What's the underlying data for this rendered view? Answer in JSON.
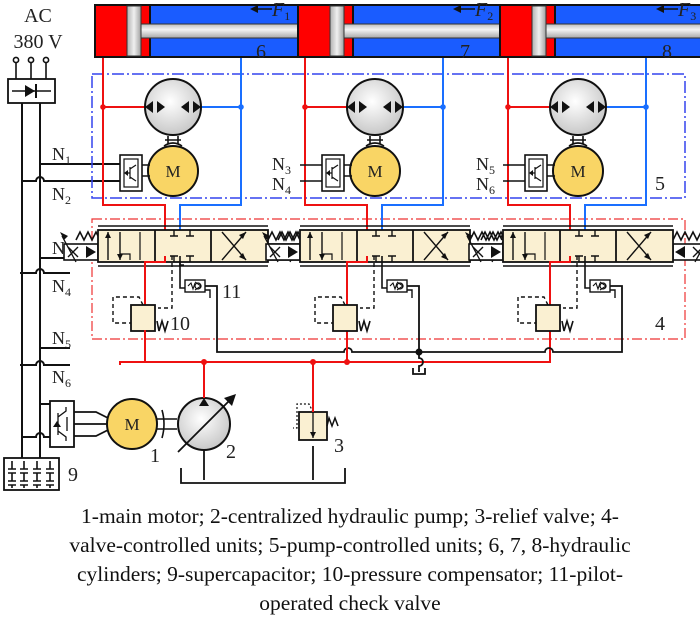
{
  "power_source": {
    "line1": "AC",
    "line2": "380 V"
  },
  "signals": {
    "n1": "N",
    "n1_sub": "1",
    "n2": "N",
    "n2_sub": "2",
    "n3": "N",
    "n3_sub": "3",
    "n4": "N",
    "n4_sub": "4",
    "n5": "N",
    "n5_sub": "5",
    "n6": "N",
    "n6_sub": "6"
  },
  "forces": {
    "f1": "F",
    "f1_sub": "1",
    "f2": "F",
    "f2_sub": "2",
    "f3": "F",
    "f3_sub": "3"
  },
  "component_labels": {
    "main_motor": "1",
    "pump": "2",
    "relief_valve": "3",
    "valve_units": "4",
    "pump_units": "5",
    "cyl1": "6",
    "cyl2": "7",
    "cyl3": "8",
    "supercap": "9",
    "compensator": "10",
    "check_valve": "11",
    "motor_symbol": "M"
  },
  "colors": {
    "pressure_line": "#ee1111",
    "return_line": "#1a6fff",
    "cylinder_rod_side": "#1a5cff",
    "cylinder_cap_side": "#ff0000",
    "motor_fill": "#f9d565",
    "valve_fill": "#faf0d2",
    "pump_unit_box": "#3344ee",
    "valve_unit_box": "#ee3333"
  },
  "caption": {
    "line1": "1-main motor; 2-centralized hydraulic pump; 3-relief valve; 4-",
    "line2": "valve-controlled units; 5-pump-controlled units; 6, 7, 8-hydraulic",
    "line3": "cylinders; 9-supercapacitor; 10-pressure compensator; 11-pilot-",
    "line4": "operated check valve"
  }
}
